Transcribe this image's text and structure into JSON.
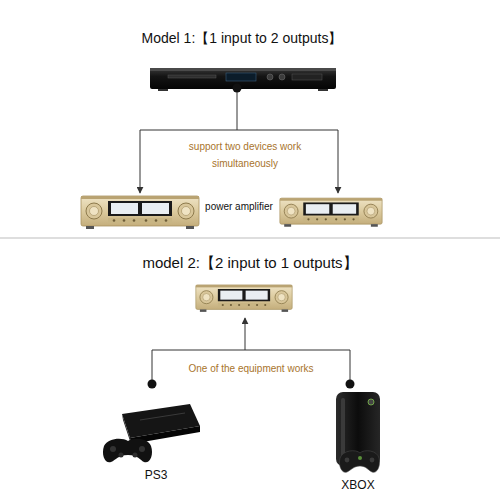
{
  "diagram": {
    "nodes": [
      {
        "text": [
          "PS3"
        ]
      },
      {
        "text": [
          "XBOX"
        ]
      }
    ],
    "labels": [
      "Model 1:【1 input to 2 outputs】",
      "support two devices work simultaneously",
      "power amplifier",
      "model 2:【2 input to 1 outputs】",
      "One of the equipment works"
    ]
  }
}
